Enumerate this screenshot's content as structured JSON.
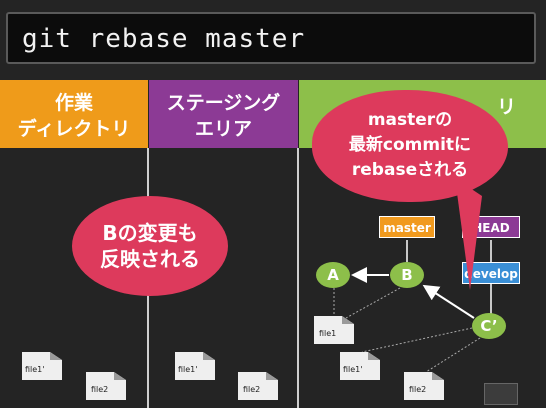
{
  "command": "git rebase master",
  "columns": [
    {
      "line1": "作業",
      "line2": "ディレクトリ",
      "color": "#ef9b1a"
    },
    {
      "line1": "ステージング",
      "line2": "エリア",
      "color": "#8c3a95"
    },
    {
      "label": "リ",
      "color": "#8dbf4a"
    }
  ],
  "bubble_left": {
    "line1": "Bの変更も",
    "line2": "反映される",
    "color": "#dd3a5c"
  },
  "bubble_right": {
    "line1": "masterの",
    "line2": "最新commitに",
    "line3": "rebaseされる",
    "color": "#dd3a5c"
  },
  "tags": {
    "master": "master",
    "head": "HEAD",
    "develop": "develop"
  },
  "nodes": {
    "a": "A",
    "b": "B",
    "c": "C’"
  },
  "files": {
    "f1": "file1",
    "f1p": "file1'",
    "f2": "file2"
  }
}
